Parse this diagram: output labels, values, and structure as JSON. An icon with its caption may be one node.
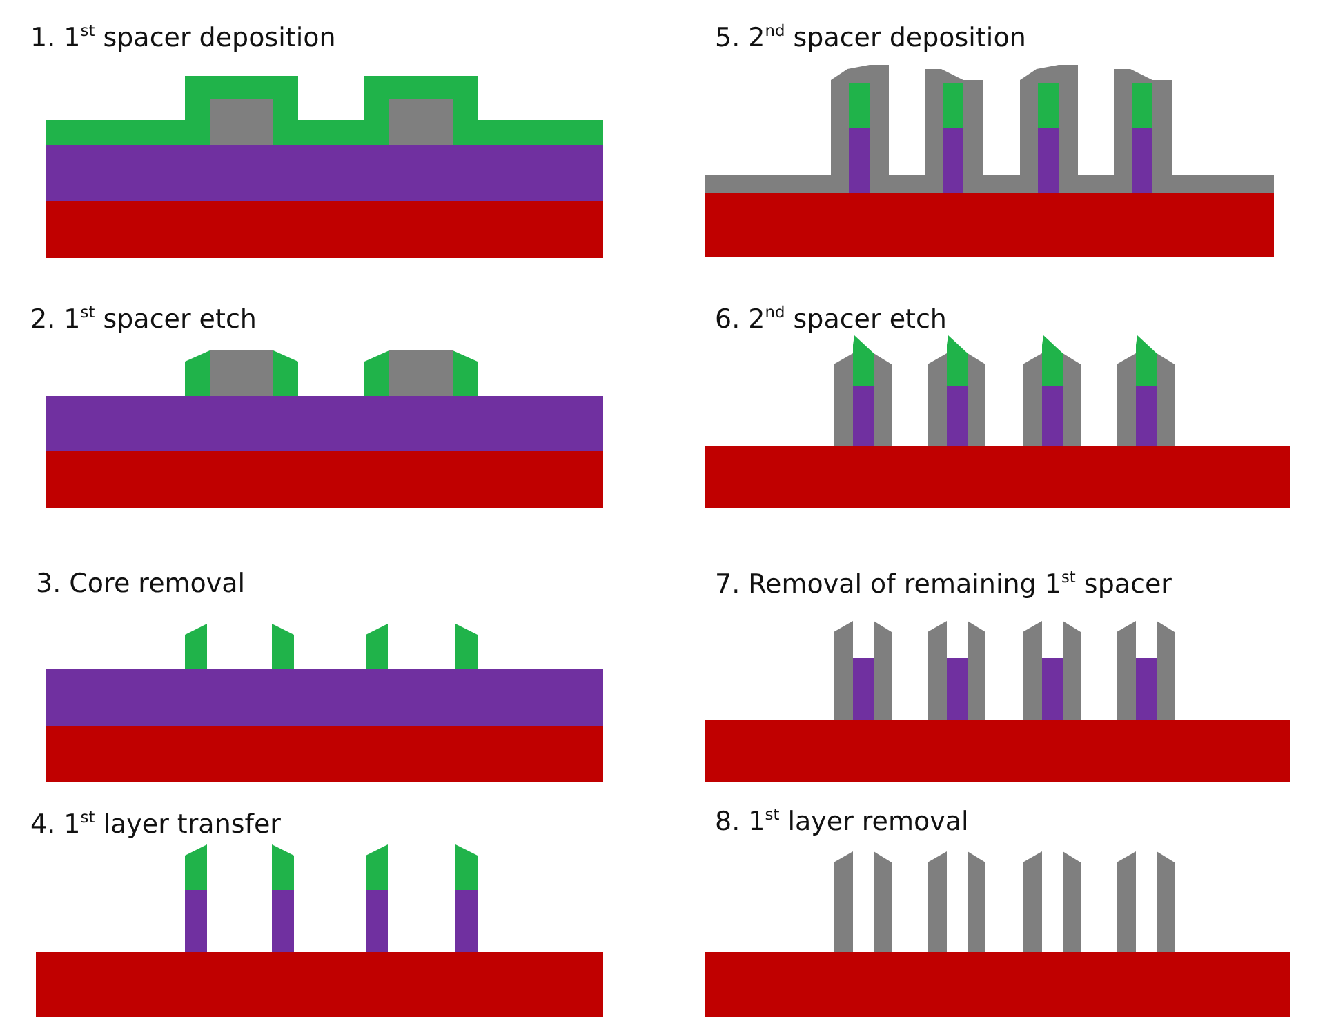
{
  "diagram": {
    "labels": [
      "1. 1$^{st}$ spacer deposition",
      "2. 1$^{st}$ spacer etch",
      "3. Core removal",
      "4. 1$^{st}$ layer transfer",
      "5. 2$^{nd}$ spacer deposition",
      "6. 2$^{nd}$ spacer etch",
      "7. Removal of remaining 1$^{st}$ spacer",
      "8. 1$^{st}$ layer removal"
    ]
  }
}
